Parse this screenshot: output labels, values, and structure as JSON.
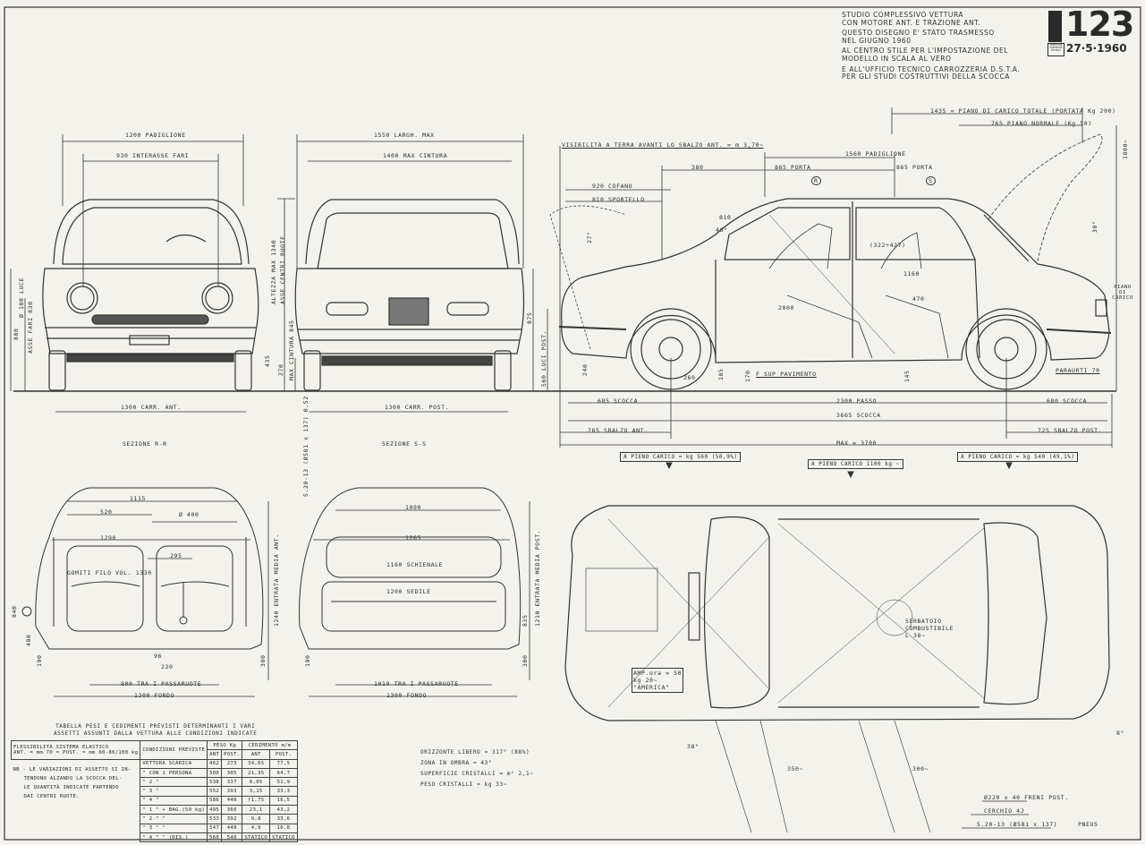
{
  "title_block": {
    "lines": [
      "STUDIO COMPLESSIVO VETTURA",
      "CON MOTORE ANT. E TRAZIONE ANT.",
      "QUESTO DISEGNO E' STATO TRASMESSO",
      "NEL GIUGNO 1960",
      "AL CENTRO STILE PER L'IMPOSTAZIONE DEL",
      "MODELLO IN SCALA AL VERO",
      "E ALL'UFFICIO TECNICO CARROZZERIA D.S.T.A.",
      "PER GLI STUDI COSTRUTTIVI DELLA SCOCCA"
    ],
    "model": "123",
    "date": "27·5·1960",
    "badge": "DIREZIONE SUPERIORE TECNICA"
  },
  "front_views": {
    "padiglione": "1200 PADIGLIONE",
    "interasse_fari": "930 INTERASSE FARI",
    "carr_ant": "1300 CARR. ANT.",
    "largh_max": "1550 LARGH. MAX",
    "max_cintura": "1400 MAX CINTURA",
    "carr_post": "1300 CARR. POST.",
    "altezza_max": "ALTEZZA MAX 1340",
    "asse_centri_ruote": "ASSE CENTRI RUOTE",
    "max_cintura_h": "MAX CINTURA 845",
    "h880": "880",
    "asse_fari": "ASSE FARI 830",
    "luce": "Ø 180 LUCE",
    "h875": "875",
    "luci_post": "560 LUCI POST.",
    "h435": "435",
    "h270": "270",
    "pneus": "5.20-13 (Ø581 x 137) 0.52"
  },
  "sections": {
    "r_title": "SEZIONE R-R",
    "s_title": "SEZIONE S-S",
    "r": {
      "w1115": "1115",
      "w520": "520",
      "d400": "Ø 400",
      "w1290": "1290",
      "w295": "295",
      "gomiti": "GOMITI FILO VOL. 1330",
      "h840": "840",
      "h480": "480",
      "h190": "190",
      "w96": "96",
      "w220": "220",
      "passaruote": "800 TRA I PASSARUOTE",
      "fondo": "1300 FONDO",
      "entrata": "1240 ENTRATA MEDIA ANT.",
      "h300": "300"
    },
    "s": {
      "w1090": "1090",
      "w1265": "1265",
      "schienale": "1160 SCHIENALE",
      "sedile": "1200 SEDILE",
      "h190": "190",
      "passaruote": "1010 TRA I PASSARUOTE",
      "fondo": "1300 FONDO",
      "entrata": "1210 ENTRATA MEDIA POST.",
      "h835": "835",
      "h300": "300"
    }
  },
  "side_view": {
    "visibilita": "VISIBILITÀ A TERRA AVANTI LO SBALZO ANT. = m 3,70~",
    "piano_totale": "1435 = PIANO DI CARICO TOTALE (PORTATA Kg 200)",
    "piano_normale": "765 PIANO NORMALE (Kg 50)",
    "padiglione": "1560 PADIGLIONE",
    "d380": "380",
    "porta1": "865 PORTA",
    "porta2": "865 PORTA",
    "cofano": "920 COFANO",
    "sportello": "810 SPORTELLO",
    "d810": "810",
    "a46": "46°",
    "a27": "27°",
    "a30": "30°",
    "range": "(322÷427)",
    "d1160": "1160",
    "d470": "470",
    "d2000": "2000",
    "pavimento": "F SUP PAVIMENTO",
    "d260": "260",
    "d185": "185",
    "d170": "170",
    "d145": "145",
    "d240": "240",
    "paraurti": "PARAURTI 70",
    "piano_carico": "PIANO DI CARICO",
    "h1800": "1800~",
    "scocca_ant": "685 SCOCCA",
    "passo": "2300 PASSO",
    "scocca_post": "680 SCOCCA",
    "scocca_tot": "3665 SCOCCA",
    "sbalzo_ant": "765 SBALZO ANT.",
    "sbalzo_post": "725 SBALZO POST.",
    "max": "MAX = 3700",
    "mark_r": "R",
    "mark_s": "S"
  },
  "top_view": {
    "load_front": "A PIENO CARICO = kg 560 (50,9%)",
    "load_total": "A PIENO CARICO 1100 kg ~",
    "load_rear": "A PIENO CARICO = kg 540 (49,1%)",
    "serbatoio": [
      "SERBATOIO",
      "COMBUSTIBILE",
      "L 38~"
    ],
    "battery": [
      "AMP.ora = 50",
      "kg 20~",
      "\"AMERICA\""
    ],
    "d350": "350~",
    "d300": "300~",
    "a38": "38°",
    "a8": "8°"
  },
  "table": {
    "caption": [
      "TABELLA PESI E CEDIMENTI PREVISTI DETERMINANTI I VARI",
      "ASSETTI ASSUNTI DALLA VETTURA ALLE CONDIZIONI INDICATE"
    ],
    "flex_title": "FLESSIBILITÀ SISTEMA ELASTICO",
    "flex_values": "ANT. = mm 70 = POST. = mm 60-80/100 kg",
    "note": [
      "NB - LE VARIAZIONI DI ASSETTO SI IN-",
      "TENDONO ALZANDO LA SCOCCA DEL-",
      "LE QUANTITÀ INDICATE PARTENDO",
      "DAI CENTRI RUOTE."
    ],
    "headers": {
      "conditions": "CONDIZIONI PREVISTE",
      "peso": "PESO Kg",
      "cedimento": "CEDIMENTO m/m",
      "ant": "ANT",
      "post": "POST."
    },
    "rows": [
      {
        "cond": "VETTURA SCARICA",
        "pa": "462",
        "pp": "273",
        "ca": "34,65",
        "cp": "77,5"
      },
      {
        "cond": "\"    CON 1 PERSONA",
        "pa": "500",
        "pp": "305",
        "ca": "21,35",
        "cp": "64,7"
      },
      {
        "cond": "\"       2  \"",
        "pa": "538",
        "pp": "337",
        "ca": "8,05",
        "cp": "51,9"
      },
      {
        "cond": "\"       3  \"",
        "pa": "552",
        "pp": "393",
        "ca": "3,15",
        "cp": "33,3"
      },
      {
        "cond": "\"       4  \"",
        "pa": "586",
        "pp": "440",
        "ca": "†1,75",
        "cp": "16,5"
      },
      {
        "cond": "\"   1 \" + BAG.(50 kg)",
        "pa": "495",
        "pp": "360",
        "ca": "23,1",
        "cp": "43,2"
      },
      {
        "cond": "\"     2 \"  \"",
        "pa": "533",
        "pp": "392",
        "ca": "9,8",
        "cp": "33,6"
      },
      {
        "cond": "\"     3 \"  \"",
        "pa": "547",
        "pp": "448",
        "ca": "4,9",
        "cp": "16,8"
      },
      {
        "cond": "\"   4 \"  \" (DIS.)",
        "pa": "560",
        "pp": "540",
        "ca": "STATICO",
        "cp": "STATICO"
      }
    ]
  },
  "notes": [
    "ORIZZONTE LIBERO = 317° (88%)",
    "ZONA IN OMBRA = 43°",
    "SUPERFICIE CRISTALLI = m² 2,1~",
    "PESO CRISTALLI = kg 33~"
  ],
  "tires": {
    "freni": "Ø220 x 40 FRENI POST.",
    "cerchio": "CERCHIO 4J",
    "pneus_size": "5.20-13 (Ø581 x 137)",
    "pneus": "PNEUS"
  }
}
